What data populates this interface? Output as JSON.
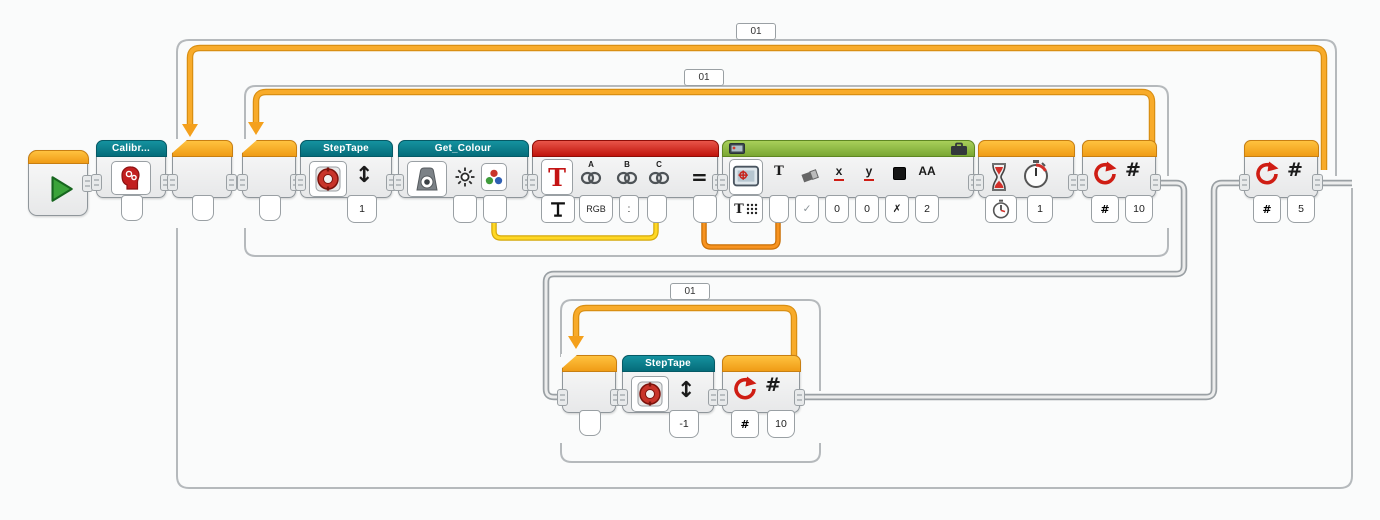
{
  "colors": {
    "flow_orange": "#f4a01c",
    "myblock_teal": "#0b7f8e",
    "data_red": "#cf1d14",
    "action_green": "#8fbf49",
    "wire_gray": "#9aa0a4",
    "wire_yellow": "#ffd824",
    "wire_data_orange": "#f79320",
    "canvas": "#fafbfb"
  },
  "loops": {
    "outer": {
      "name": "01",
      "end_symbol": "#",
      "mode_symbol": "#",
      "count": "5"
    },
    "inner": {
      "name": "01",
      "end_symbol": "#",
      "mode_symbol": "#",
      "count": "10"
    },
    "bottom": {
      "name": "01",
      "end_symbol": "#",
      "mode_symbol": "#",
      "count": "10"
    }
  },
  "blocks": {
    "calibrate": {
      "label": "Calibr..."
    },
    "step_tape_main": {
      "label": "StepTape",
      "arrow": "↕",
      "value": "1"
    },
    "get_colour": {
      "label": "Get_Colour"
    },
    "text_merge": {
      "type_letter": "T",
      "link_a": "A",
      "link_b": "B",
      "link_c": "C",
      "equals": "=",
      "value_a": "RGB",
      "value_b": ":"
    },
    "display": {
      "mode_letter": "T",
      "label_text": "T",
      "label_x": "x",
      "label_y": "y",
      "label_font": "AA",
      "value_clear": "✓",
      "value_x": "0",
      "value_y": "0",
      "value_color": "✗",
      "value_font": "2"
    },
    "wait": {
      "value": "1"
    },
    "step_tape_bottom": {
      "label": "StepTape",
      "arrow": "↕",
      "value": "-1"
    }
  },
  "icons": [
    "play-icon",
    "head-gears-icon",
    "motor-icon",
    "up-down-arrow-icon",
    "color-sensor-icon",
    "sun-icon",
    "rgb-dots-icon",
    "chain-link-icon",
    "merge-icon",
    "display-preview-icon",
    "eraser-icon",
    "color-swatch-icon",
    "text-grid-mode-icon",
    "hourglass-icon",
    "stopwatch-icon",
    "loop-arrow-icon",
    "briefcase-icon",
    "screen-icon"
  ]
}
